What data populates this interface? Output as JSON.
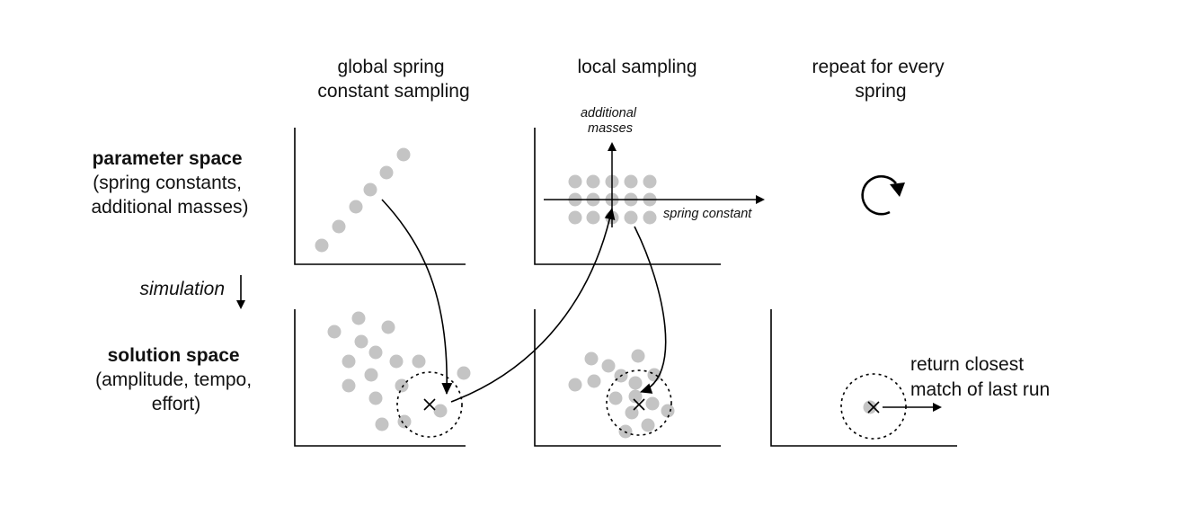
{
  "columns": [
    {
      "title_lines": [
        "global spring",
        "constant sampling"
      ]
    },
    {
      "title_lines": [
        "local sampling"
      ]
    },
    {
      "title_lines": [
        "repeat for every",
        "spring"
      ]
    }
  ],
  "rows": {
    "parameter_space": {
      "title": "parameter space",
      "subtitle_lines": [
        "(spring constants,",
        "additional masses)"
      ]
    },
    "simulation": {
      "label": "simulation"
    },
    "solution_space": {
      "title": "solution space",
      "subtitle_lines": [
        "(amplitude, tempo,",
        "effort)"
      ]
    }
  },
  "local_axes": {
    "y_label_lines": [
      "additional",
      "masses"
    ],
    "x_label": "spring constant"
  },
  "repeat_icon": "clockwise-loop-icon",
  "callout": {
    "lines": [
      "return closest",
      "match of last run"
    ]
  },
  "colors": {
    "dot": "#c4c4c4",
    "line": "#000000",
    "text": "#111111"
  },
  "samples": {
    "global_param_count": 6,
    "local_grid": {
      "rows": 3,
      "cols": 5
    },
    "global_solution_count": 16,
    "local_solution_count": 15,
    "final_solution_count": 1
  }
}
